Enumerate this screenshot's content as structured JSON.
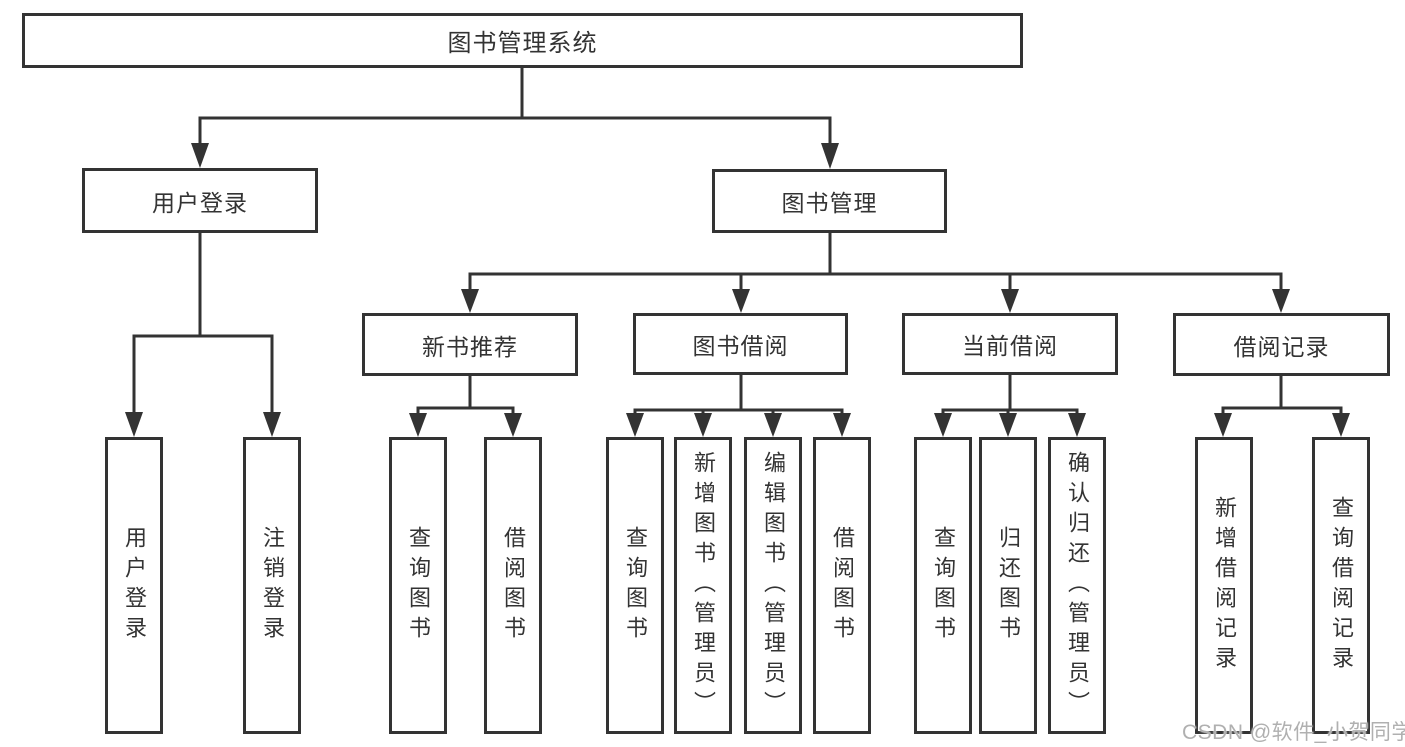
{
  "nodes": {
    "root": "图书管理系统",
    "user_login": "用户登录",
    "book_mgmt": "图书管理",
    "new_books": "新书推荐",
    "book_borrow": "图书借阅",
    "current_borrow": "当前借阅",
    "borrow_records": "借阅记录",
    "leaf_user_login": "用户登录",
    "leaf_logout": "注销登录",
    "leaf_nb_query": "查询图书",
    "leaf_nb_borrow": "借阅图书",
    "leaf_bb_query": "查询图书",
    "leaf_bb_add": "新增图书（管理员）",
    "leaf_bb_edit": "编辑图书（管理员）",
    "leaf_bb_borrow": "借阅图书",
    "leaf_cb_query": "查询图书",
    "leaf_cb_return": "归还图书",
    "leaf_cb_confirm": "确认归还（管理员）",
    "leaf_br_add": "新增借阅记录",
    "leaf_br_query": "查询借阅记录"
  },
  "watermark": "CSDN @软件_小贺同学",
  "colors": {
    "line": "#333333",
    "box_border": "#333333",
    "text": "#333333",
    "watermark": "#b0b0b0",
    "background": "#ffffff"
  }
}
